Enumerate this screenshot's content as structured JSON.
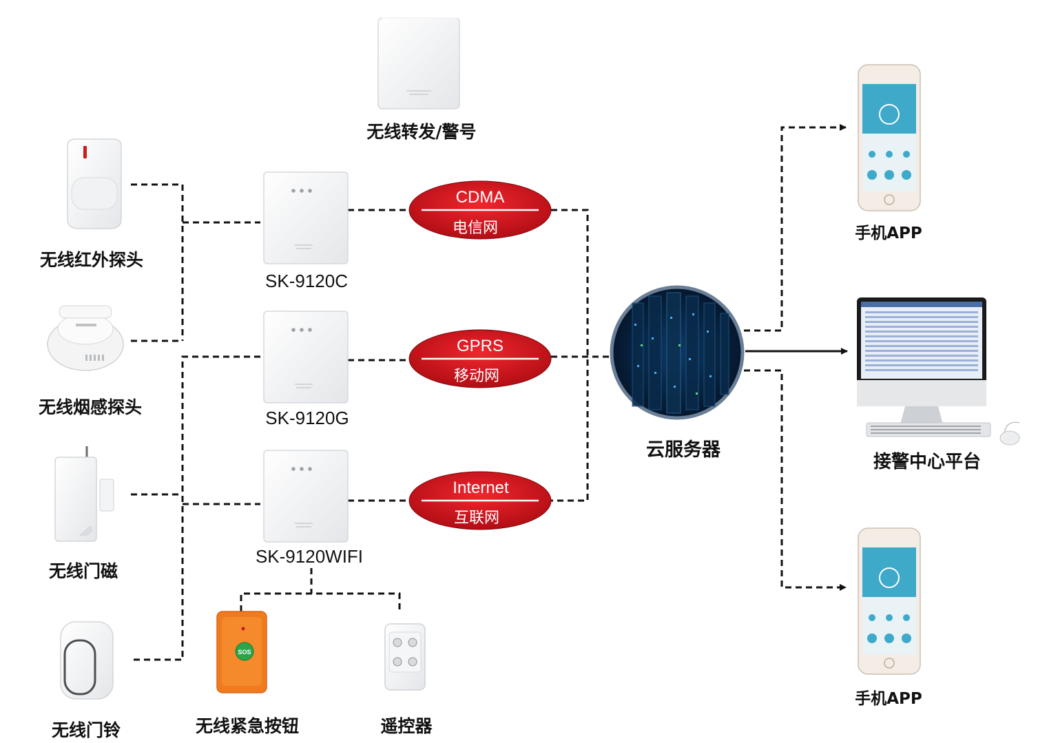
{
  "devices": {
    "relay": "无线转发/警号",
    "pir": "无线红外探头",
    "smoke": "无线烟感探头",
    "door": "无线门磁",
    "doorbell": "无线门铃",
    "sos": "无线紧急按钮",
    "remote": "遥控器"
  },
  "sos_button_text": "SOS",
  "hosts": [
    {
      "model": "SK-9120C"
    },
    {
      "model": "SK-9120G"
    },
    {
      "model": "SK-9120WIFI"
    }
  ],
  "networks": [
    {
      "protocol": "CDMA",
      "carrier": "电信网"
    },
    {
      "protocol": "GPRS",
      "carrier": "移动网"
    },
    {
      "protocol": "Internet",
      "carrier": "互联网"
    }
  ],
  "server": "云服务器",
  "clients": {
    "phone_top": "手机APP",
    "platform": "接警中心平台",
    "phone_bottom": "手机APP"
  },
  "colors": {
    "network_ellipse": "#d0101a",
    "line": "#111111",
    "phone_screen": "#3fa9c9",
    "sos_body": "#f07a1e",
    "sos_button": "#2aa54a"
  }
}
